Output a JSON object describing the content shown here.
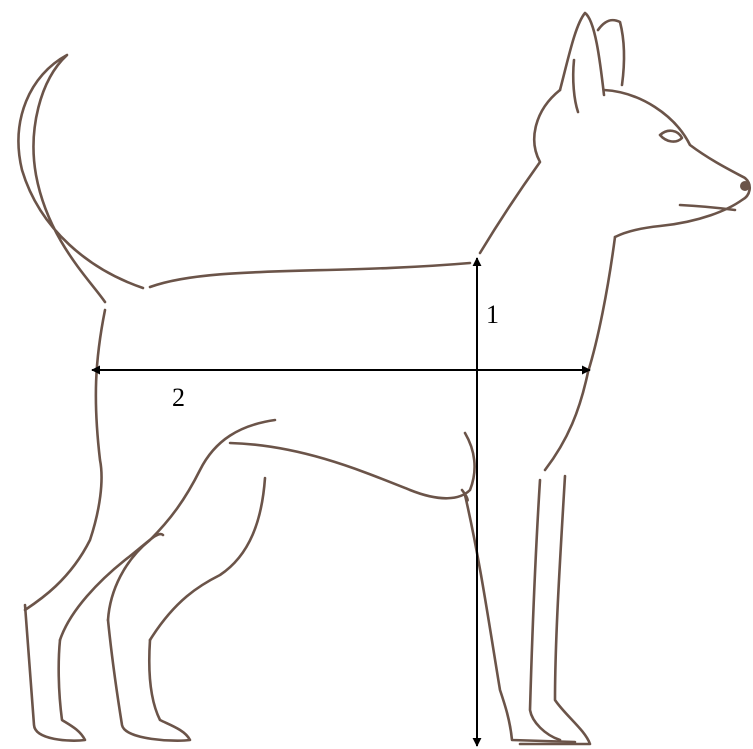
{
  "diagram": {
    "subject": "dog",
    "measurements": [
      {
        "label": "1",
        "orientation": "vertical"
      },
      {
        "label": "2",
        "orientation": "horizontal"
      }
    ]
  },
  "colors": {
    "outline": "#6b5449",
    "arrows": "#000000",
    "background": "#ffffff"
  }
}
